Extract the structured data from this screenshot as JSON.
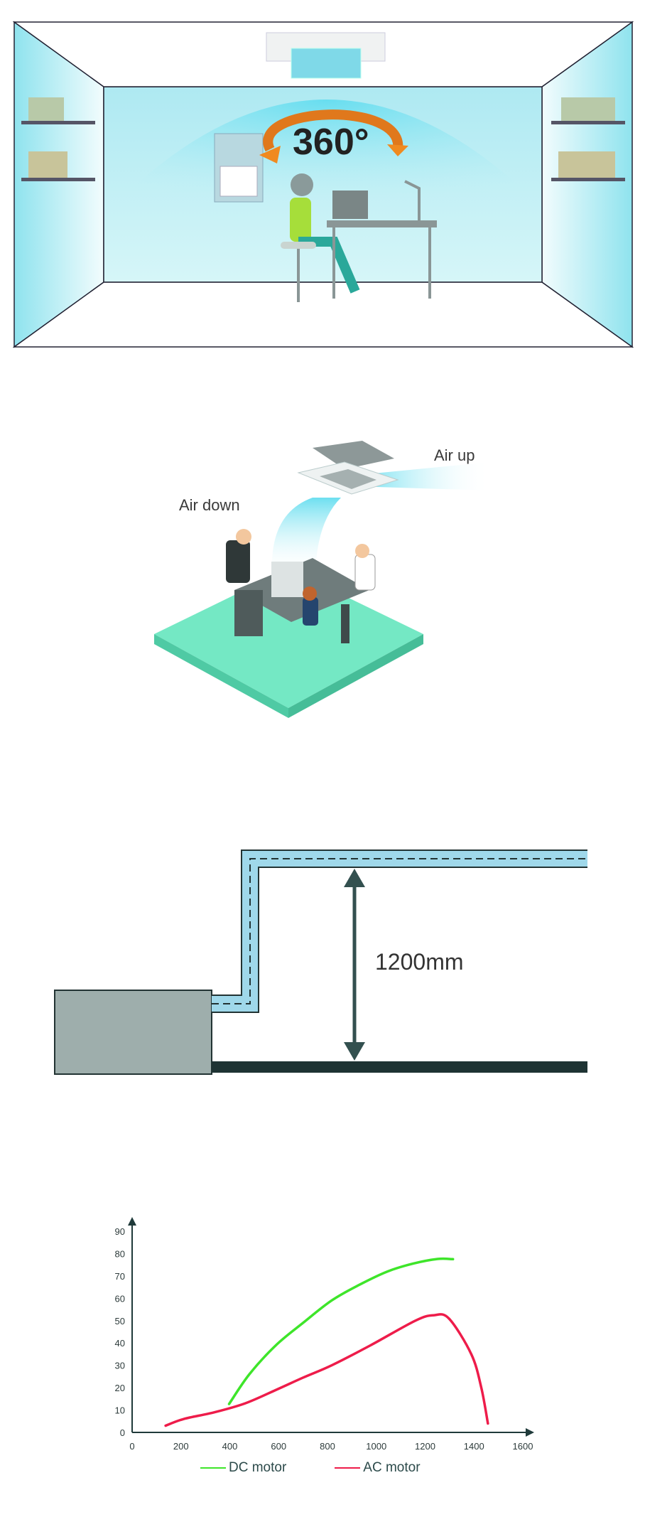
{
  "panel_360": {
    "label": "360°"
  },
  "panel_airflow": {
    "air_up": "Air up",
    "air_down": "Air down"
  },
  "panel_lift": {
    "height_label": "1200mm"
  },
  "colors": {
    "dc": "#3ee52a",
    "ac": "#ee1c4a",
    "axis": "#1f3a3a",
    "water": "#9fd8ea",
    "platform": "#74e8c4"
  },
  "chart_data": {
    "type": "line",
    "title": "",
    "xlabel": "",
    "ylabel": "",
    "xlim": [
      0,
      1600
    ],
    "ylim": [
      0,
      90
    ],
    "xticks": [
      "0",
      "200",
      "400",
      "600",
      "800",
      "1000",
      "1200",
      "1400",
      "1600"
    ],
    "yticks": [
      "0",
      "10",
      "20",
      "30",
      "40",
      "50",
      "60",
      "70",
      "80",
      "90"
    ],
    "grid": false,
    "legend": "bottom",
    "series": [
      {
        "name": "DC motor",
        "color": "#3ee52a",
        "x": [
          397,
          480,
          589,
          700,
          817,
          930,
          1046,
          1150,
          1251,
          1314
        ],
        "y": [
          12.7,
          26,
          39,
          49,
          59,
          66,
          72,
          75.5,
          77.6,
          77.5
        ]
      },
      {
        "name": "AC motor",
        "color": "#ee1c4a",
        "x": [
          137,
          211,
          337,
          463,
          589,
          700,
          817,
          977,
          1160,
          1234,
          1297,
          1389,
          1430,
          1457
        ],
        "y": [
          3,
          6,
          9,
          13,
          19,
          24.5,
          30,
          39,
          50,
          52.4,
          51,
          35,
          20,
          4
        ]
      }
    ]
  }
}
